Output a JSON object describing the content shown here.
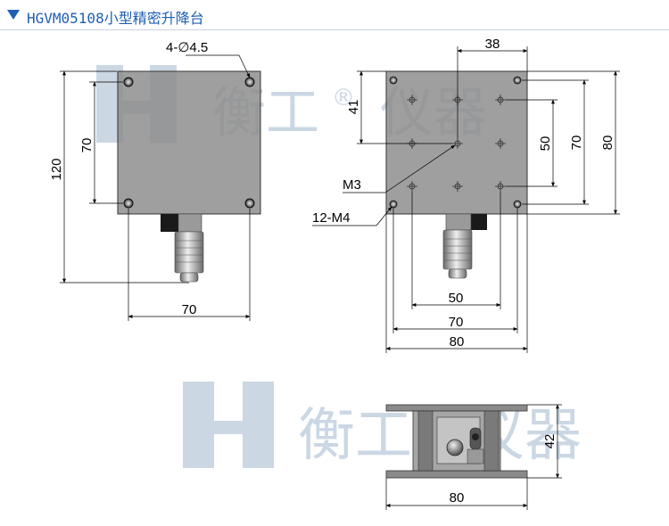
{
  "header": {
    "model": "HGVM05108",
    "title": "小型精密升降台"
  },
  "watermark": {
    "brand": "衡工",
    "registered": "®",
    "suffix": "仪器"
  },
  "top_left_view": {
    "hole_callout": "4-∅4.5",
    "dim_height": "120",
    "dim_hole_pitch_v": "70",
    "dim_hole_pitch_h": "70"
  },
  "top_right_view": {
    "dim_offset_top": "38",
    "dim_offset_left": "41",
    "dim_inner_50_v": "50",
    "dim_inner_70_v": "70",
    "dim_outer_80_v": "80",
    "callout_m3": "M3",
    "callout_m4": "12-M4",
    "dim_inner_50_h": "50",
    "dim_inner_70_h": "70",
    "dim_outer_80_h": "80"
  },
  "front_view": {
    "dim_height": "42",
    "dim_width": "80"
  },
  "colors": {
    "header_blue": "#1f5fb4",
    "plate_gray": "#8a8a8a",
    "watermark": "#8ea7c4"
  }
}
